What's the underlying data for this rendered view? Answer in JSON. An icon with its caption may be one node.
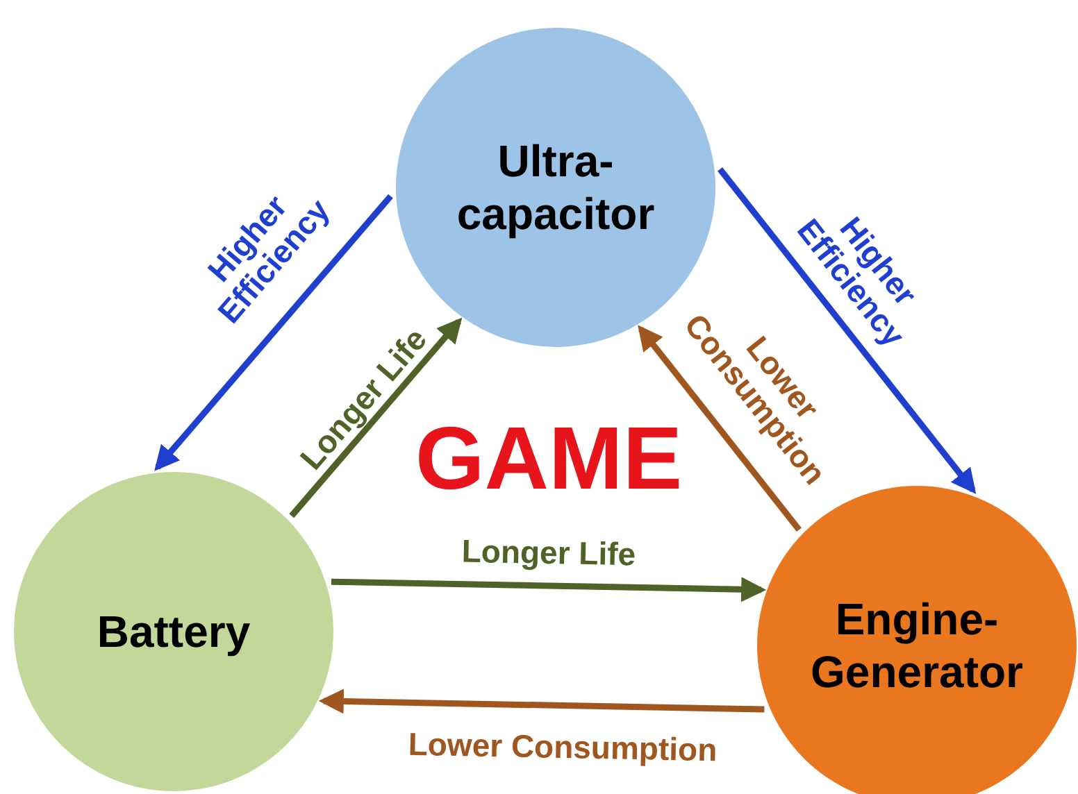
{
  "diagram": {
    "nodes": [
      {
        "text": [
          "Ultra-capacitor"
        ]
      },
      {
        "text": [
          "Battery"
        ]
      },
      {
        "text": [
          "Engine-Generator"
        ]
      }
    ],
    "edges": [
      {
        "from": 0,
        "to": 1,
        "arrow": "to",
        "label": "Higher Efficiency",
        "color": "#1f3fcf"
      },
      {
        "from": 1,
        "to": 0,
        "arrow": "to",
        "label": "Longer Life",
        "color": "#4f6228"
      },
      {
        "from": 0,
        "to": 2,
        "arrow": "to",
        "label": "Higher Efficiency",
        "color": "#1f3fcf"
      },
      {
        "from": 2,
        "to": 0,
        "arrow": "to",
        "label": "Lower Consumption",
        "color": "#a0561f"
      },
      {
        "from": 1,
        "to": 2,
        "arrow": "to",
        "label": "Longer Life",
        "color": "#4f6228"
      },
      {
        "from": 2,
        "to": 1,
        "arrow": "to",
        "label": "Lower Consumption",
        "color": "#a0561f"
      }
    ],
    "labels": [
      "GAME"
    ]
  }
}
